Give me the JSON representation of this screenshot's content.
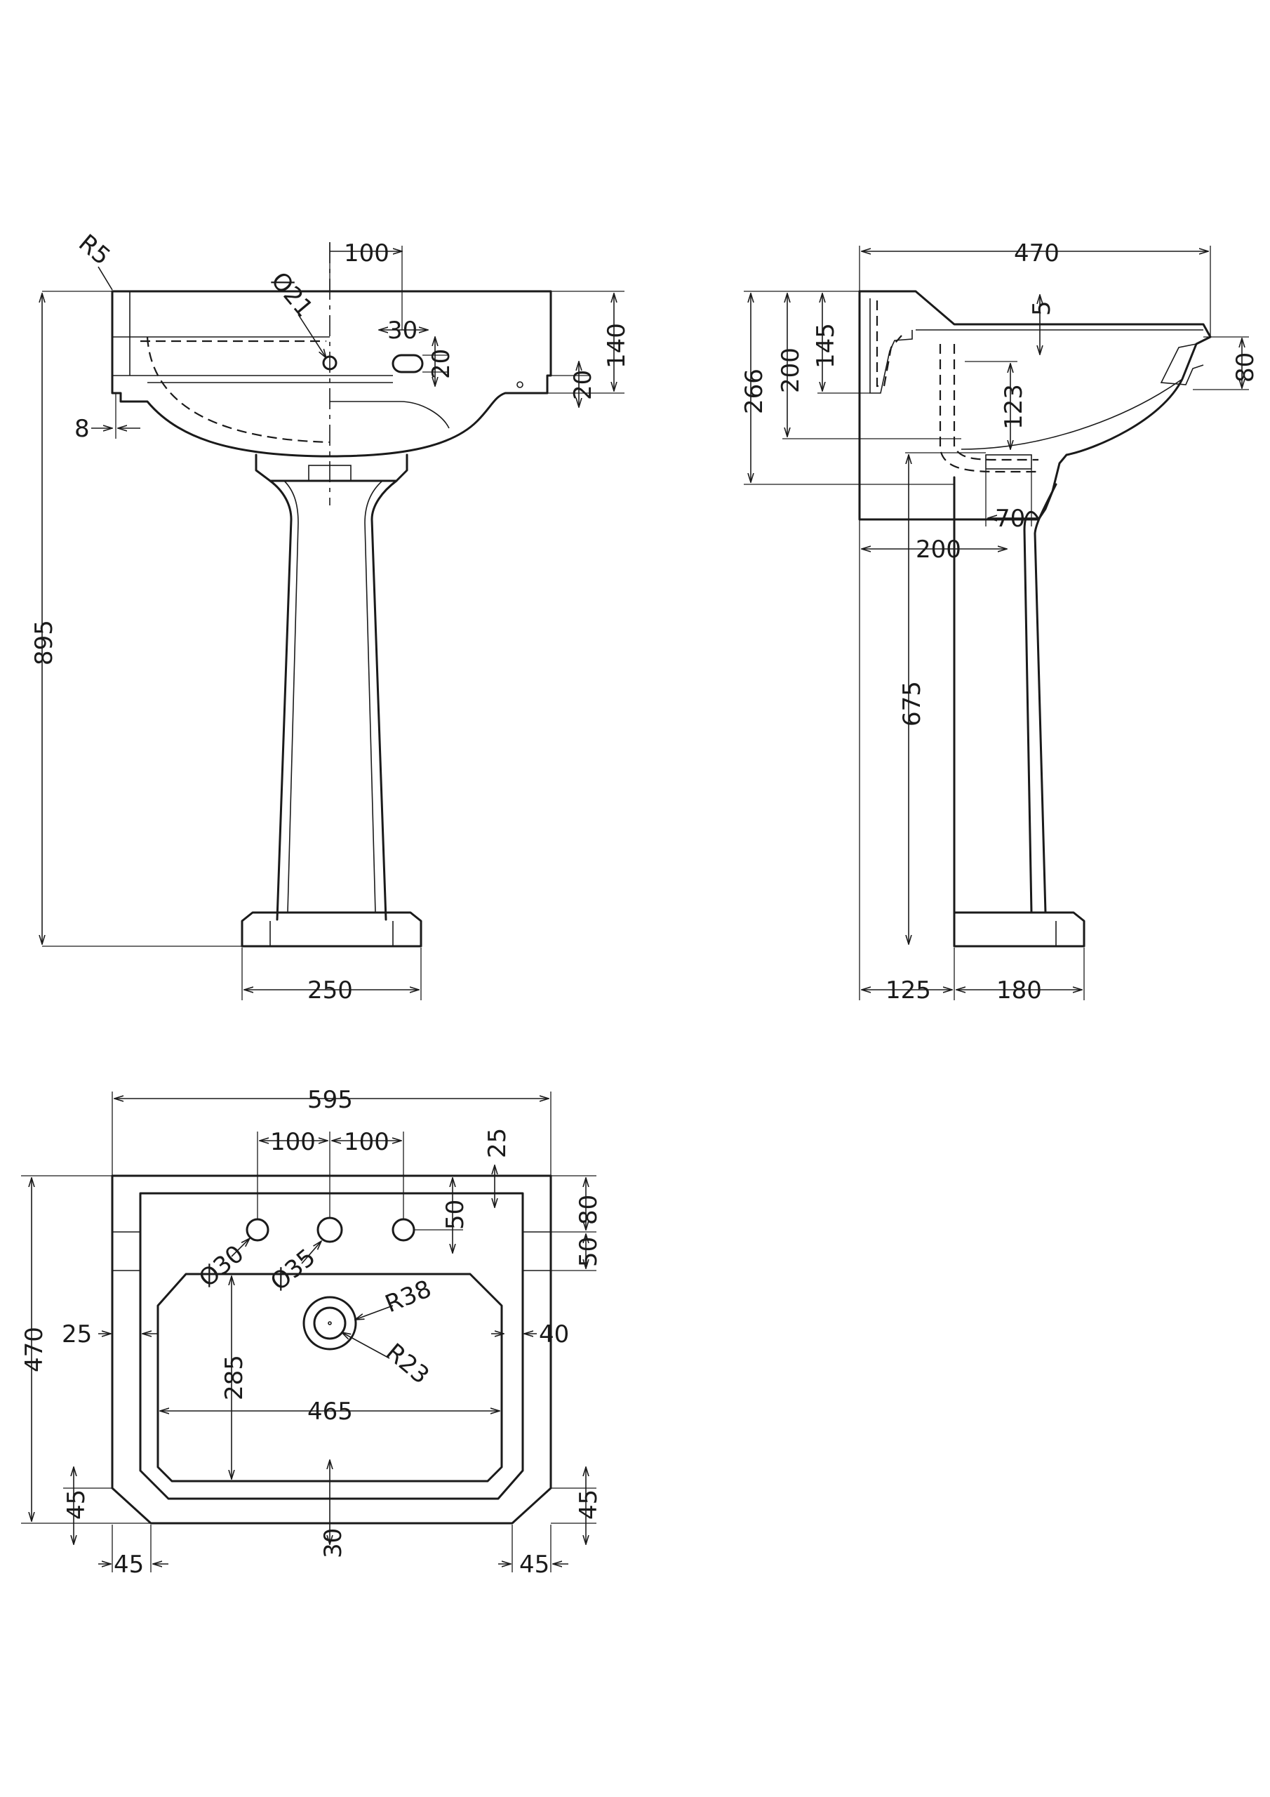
{
  "front_view": {
    "width_top_tap_offset": "100",
    "tap_hole": "Ø21",
    "radius": "R5",
    "overflow_width": "30",
    "overflow_height": "20",
    "rim_height": "140",
    "rim_step": "20",
    "wall_gap": "8",
    "total_height": "895",
    "pedestal_base": "250"
  },
  "side_view": {
    "depth": "470",
    "rim_drop": "5",
    "bowl_height": "266",
    "bowl_inner": "200",
    "back_height": "145",
    "front_lip": "80",
    "waste_depth": "123",
    "waste_width": "70",
    "waste_to_wall": "200",
    "pedestal_height": "675",
    "pedestal_offset": "125",
    "pedestal_depth": "180"
  },
  "plan_view": {
    "width": "595",
    "tap_spacing_left": "100",
    "tap_spacing_right": "100",
    "back_margin": "25",
    "tap_row": "50",
    "back_ledge": "80",
    "ledge_row": "50",
    "side_tap_hole": "Ø30",
    "centre_tap_hole": "Ø35",
    "waste_outer": "R38",
    "waste_inner": "R23",
    "depth": "470",
    "left_margin": "25",
    "right_margin": "40",
    "bowl_depth": "285",
    "bowl_width": "465",
    "front_chamfer_left": "45",
    "front_chamfer_right": "45",
    "front_margin": "30",
    "bottom_chamfer_left": "45",
    "bottom_chamfer_right": "45"
  }
}
